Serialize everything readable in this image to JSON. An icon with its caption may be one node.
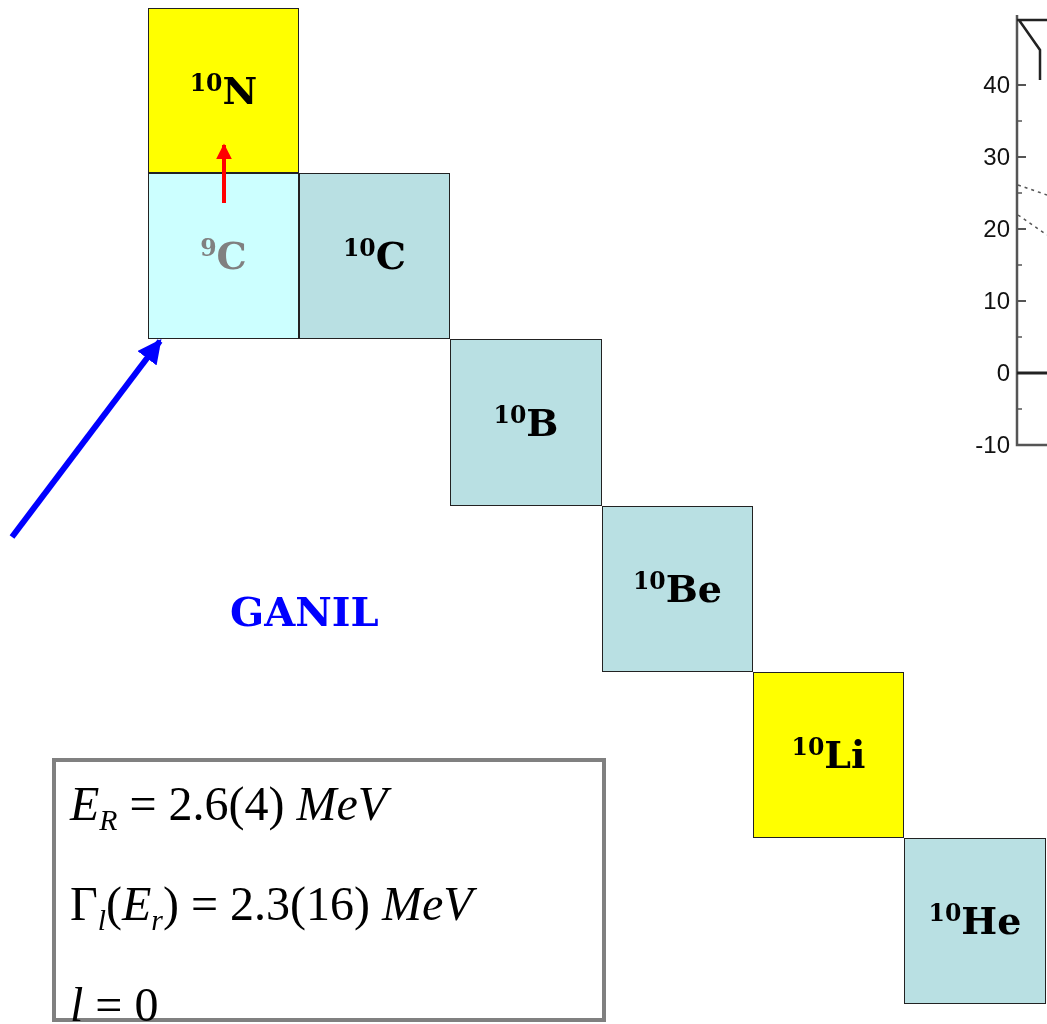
{
  "diagram": {
    "nodes": [
      {
        "text": [
          "$^{10}$N"
        ]
      },
      {
        "text": [
          "$^{9}$C"
        ]
      },
      {
        "text": [
          "$^{10}$C"
        ]
      },
      {
        "text": [
          "$^{10}$B"
        ]
      },
      {
        "text": [
          "$^{10}$Be"
        ]
      },
      {
        "text": [
          "$^{10}$Li"
        ]
      },
      {
        "text": [
          "$^{10}$He"
        ]
      },
      {
        "text": [
          "*E*$_{R}$ = 2.6(4) *MeV*",
          "Γ$_{l}$(*E*$_{r}$) = 2.3(16) *MeV*",
          "*l* = 0"
        ]
      }
    ],
    "edges": [
      {
        "from": 1,
        "to": 0,
        "arrow": "to",
        "color": "#ff0000"
      },
      {
        "from": null,
        "to": 1,
        "arrow": "to",
        "color": "#0000ff"
      }
    ],
    "labels": [
      "GANIL",
      "40",
      "30",
      "20",
      "10",
      "0",
      "-10"
    ]
  }
}
